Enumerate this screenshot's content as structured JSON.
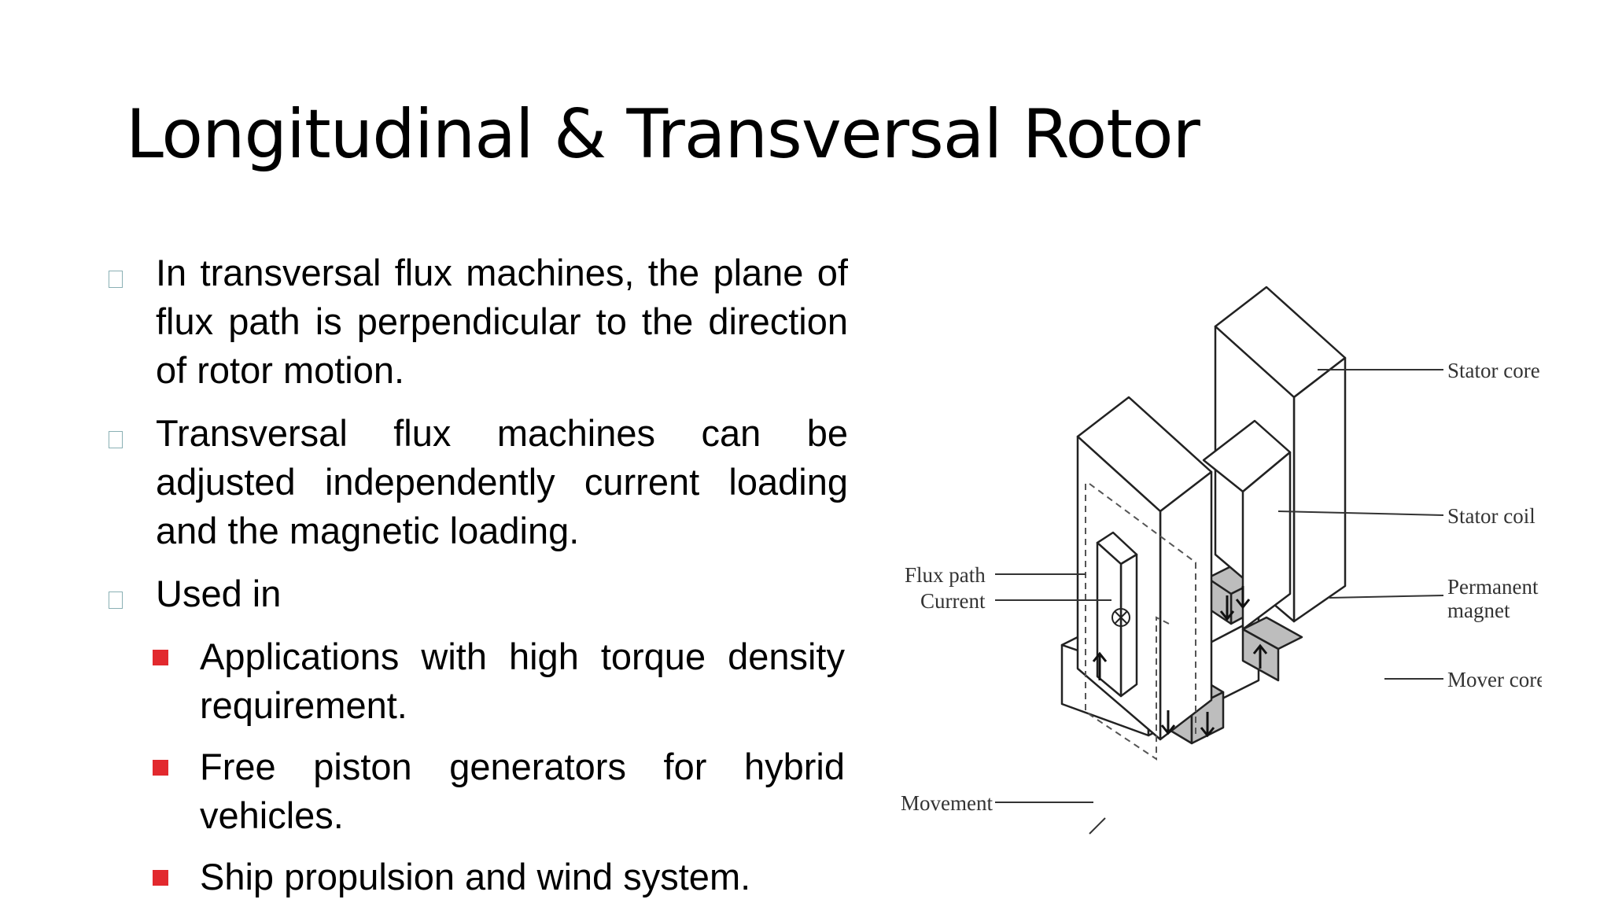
{
  "slide": {
    "title": "Longitudinal & Transversal Rotor"
  },
  "bullets": [
    {
      "text": "In transversal flux machines, the plane of flux path is perpendicular to the direction of rotor motion."
    },
    {
      "text": "Transversal flux machines can be adjusted independently current loading and the magnetic loading."
    },
    {
      "text": "Used in"
    }
  ],
  "sub_bullets": [
    {
      "text": "Applications with high torque density requirement."
    },
    {
      "text": "Free piston generators for hybrid vehicles."
    },
    {
      "text": "Ship propulsion and wind system."
    }
  ],
  "figure": {
    "labels": {
      "stator_core": "Stator core",
      "stator_coil": "Stator coil",
      "permanent_magnet_line1": "Permanent",
      "permanent_magnet_line2": "magnet",
      "mover_core": "Mover core",
      "flux_path": "Flux path",
      "current": "Current",
      "movement": "Movement"
    }
  },
  "colors": {
    "bullet_square": "#e2292e",
    "outline_bullet": "#8ab0b4",
    "magnet_fill": "#bdbdbd"
  }
}
